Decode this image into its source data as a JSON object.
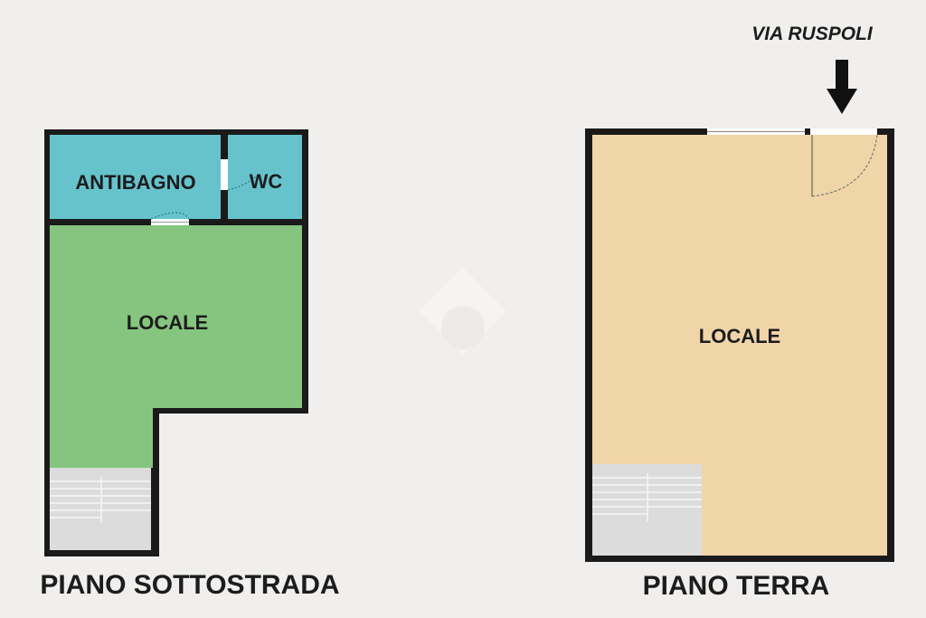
{
  "floors": {
    "basement": {
      "title": "PIANO SOTTOSTRADA",
      "rooms": {
        "antibagno": "ANTIBAGNO",
        "wc": "WC",
        "locale": "LOCALE"
      }
    },
    "ground": {
      "title": "PIANO TERRA",
      "rooms": {
        "locale": "LOCALE"
      },
      "street_label": "VIA RUSPOLI"
    }
  },
  "colors": {
    "background": "#f0efed",
    "wall": "#1a1a1a",
    "bath_fill": "#66c3cc",
    "basement_locale_fill": "#86c57f",
    "ground_locale_fill": "#f0d5a9",
    "stairs_fill": "#dcdcdc"
  },
  "icons": {
    "entrance": "down-arrow-icon",
    "watermark": "logo-watermark"
  }
}
